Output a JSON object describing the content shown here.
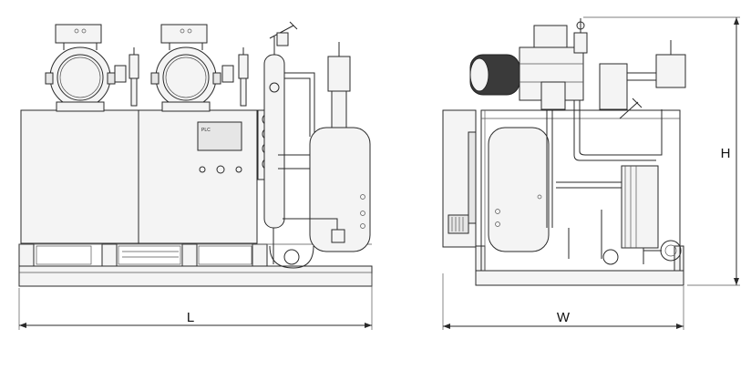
{
  "dimensions": {
    "length_label": "L",
    "width_label": "W",
    "height_label": "H"
  },
  "panel": {
    "screen_label": "PLC"
  }
}
